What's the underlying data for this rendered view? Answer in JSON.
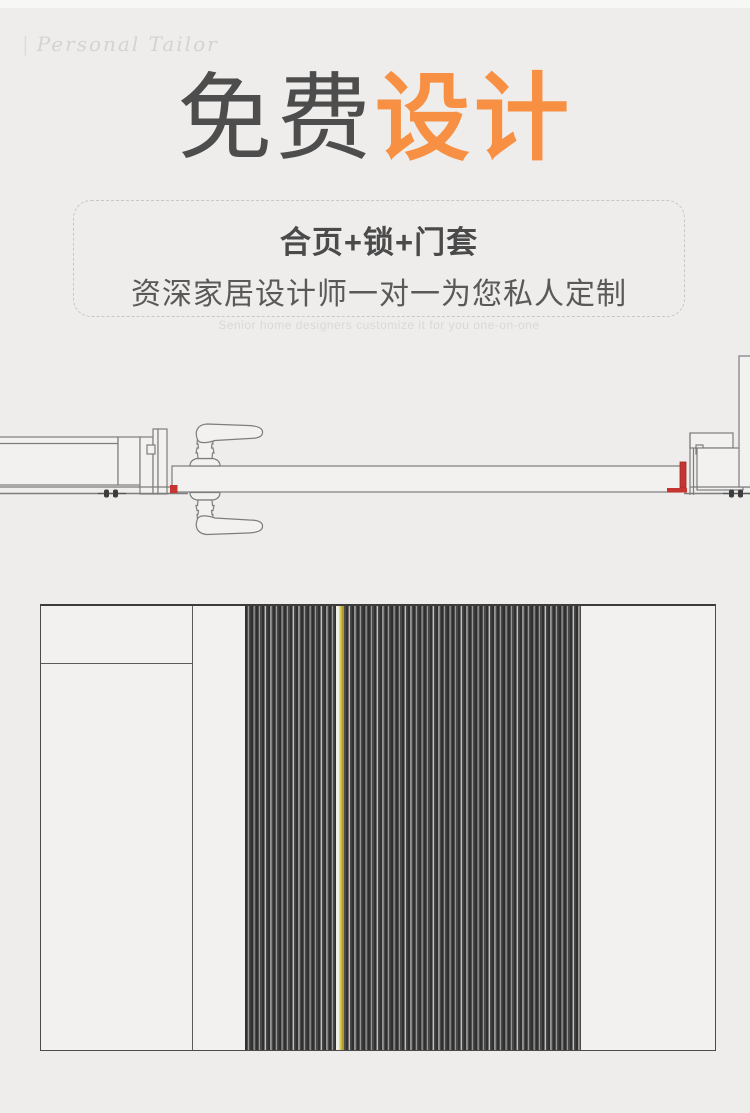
{
  "page": {
    "background": "#eeedec"
  },
  "brand": {
    "prefix": "|",
    "text": "Personal Tailor"
  },
  "hero_title": {
    "part1": "免费",
    "part2": "设计",
    "accent_color": "#f79043",
    "regular_color": "#4d4d4d"
  },
  "info_box": {
    "headline": "合页+锁+门套",
    "subline": "资深家居设计师一对一为您私人定制",
    "caption_en": "Senior home designers customize it for you one-on-one"
  },
  "diagram": {
    "description": "door-plan-technical-drawing",
    "line_color": "#7d7d7d",
    "accent_red": "#c63531"
  },
  "panel": {
    "description": "door-leaf-groove-detail",
    "stripe_dark": "#303030",
    "stripe_mid": "#6f6f6f",
    "stripe_light": "#bcbcbc",
    "highlight_white": "#f0efe7",
    "accent_yellow": "#cfc04a"
  }
}
